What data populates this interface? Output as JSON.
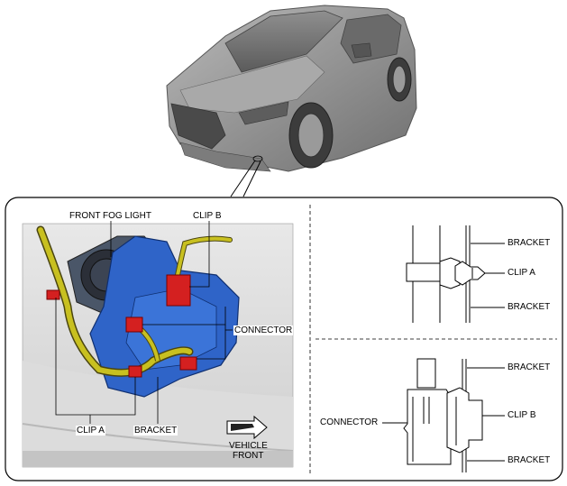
{
  "labels": {
    "front_fog_light": "FRONT FOG LIGHT",
    "clip_b_photo": "CLIP B",
    "connector_photo": "CONNECTOR",
    "clip_a_photo": "CLIP A",
    "bracket_photo": "BRACKET",
    "vehicle_front_line1": "VEHICLE",
    "vehicle_front_line2": "FRONT",
    "detail_a_bracket_top": "BRACKET",
    "detail_a_clip": "CLIP A",
    "detail_a_bracket_bottom": "BRACKET",
    "detail_b_bracket_top": "BRACKET",
    "detail_b_connector": "CONNECTOR",
    "detail_b_clip": "CLIP B",
    "detail_b_bracket_bottom": "BRACKET"
  },
  "colors": {
    "car_body": "#8c8c8c",
    "bracket_blue": "#2f64c8",
    "harness_yellow": "#c8c020",
    "clip_red": "#d42020",
    "frame_stroke": "#000000"
  },
  "icons": {
    "vehicle_front_arrow": "arrow-right-icon"
  }
}
